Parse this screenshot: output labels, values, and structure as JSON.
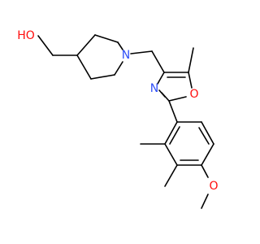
{
  "molecule": {
    "atoms": {
      "oh": {
        "text": "HO",
        "color": "#ff0d0d"
      },
      "piperidine_n": {
        "text": "N",
        "color": "#3050f8"
      },
      "oxazole_n": {
        "text": "N",
        "color": "#3050f8"
      },
      "oxazole_o": {
        "text": "O",
        "color": "#ff0d0d"
      },
      "methoxy_o": {
        "text": "O",
        "color": "#ff0d0d"
      }
    },
    "bond_color": "#000000"
  }
}
